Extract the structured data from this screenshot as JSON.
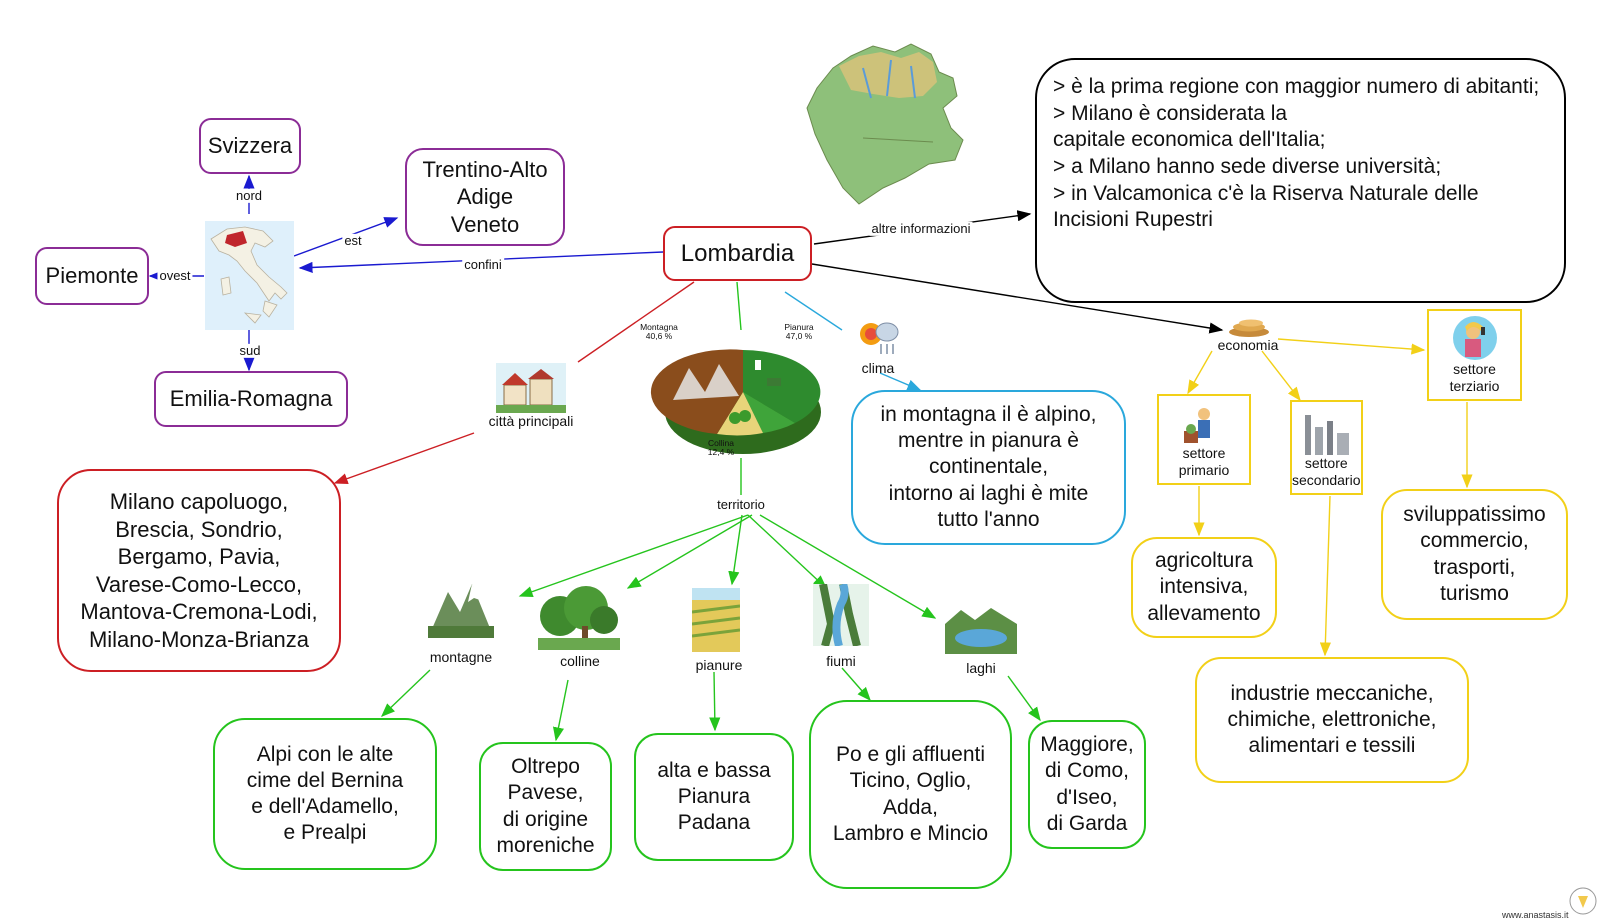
{
  "central": "Lombardia",
  "links": {
    "confini": "confini",
    "altre_informazioni": "altre informazioni",
    "nord": "nord",
    "est": "est",
    "ovest": "ovest",
    "sud": "sud",
    "territorio": "territorio",
    "economia": "economia",
    "clima": "clima",
    "citta_principali": "città principali"
  },
  "borders": {
    "svizzera": "Svizzera",
    "trentino": "Trentino-Alto\nAdige\nVeneto",
    "piemonte": "Piemonte",
    "emilia": "Emilia-Romagna"
  },
  "info": "> è la prima regione con maggior numero di abitanti;\n> Milano è considerata la\ncapitale economica dell'Italia;\n> a Milano hanno sede diverse università;\n> in Valcamonica c'è la Riserva Naturale delle Incisioni Rupestri",
  "cities": "Milano capoluogo,\nBrescia, Sondrio,\nBergamo, Pavia,\nVarese-Como-Lecco,\nMantova-Cremona-Lodi,\nMilano-Monza-Brianza",
  "climate": "in montagna il è alpino,\nmentre in pianura è\ncontinentale,\nintorno ai laghi è mite\ntutto l'anno",
  "pie": {
    "montagna_label": "Montagna\n40,6 %",
    "pianura_label": "Pianura\n47,0 %",
    "collina_label": "Collina\n12,4 %",
    "values": {
      "montagna": 40.6,
      "pianura": 47.0,
      "collina": 12.4
    }
  },
  "territory": {
    "montagne": {
      "label": "montagne",
      "text": "Alpi con le alte\ncime del Bernina\ne dell'Adamello,\ne Prealpi"
    },
    "colline": {
      "label": "colline",
      "text": "Oltrepo\nPavese,\ndi origine\nmoreniche"
    },
    "pianure": {
      "label": "pianure",
      "text": "alta e bassa\nPianura\nPadana"
    },
    "fiumi": {
      "label": "fiumi",
      "text": "Po e gli affluenti\nTicino, Oglio,\nAdda,\nLambro e Mincio"
    },
    "laghi": {
      "label": "laghi",
      "text": "Maggiore,\ndi Como,\nd'Iseo,\ndi Garda"
    }
  },
  "economy": {
    "primario": {
      "label": "settore\nprimario",
      "text": "agricoltura\nintensiva,\nallevamento"
    },
    "secondario": {
      "label": "settore\nsecondario",
      "text": "industrie meccaniche,\nchimiche, elettroniche,\nalimentari e tessili"
    },
    "terziario": {
      "label": "settore\nterziario",
      "text": "sviluppatissimo\ncommercio,\ntrasporti,\nturismo"
    }
  },
  "footer": "www.anastasis.it",
  "colors": {
    "confini": "#1a1ad0",
    "citta": "#cc1f24",
    "territorio": "#25c41d",
    "clima": "#2aa8dc",
    "economia": "#f2d018",
    "info": "#000000",
    "borders_box": "#8b2c96"
  }
}
